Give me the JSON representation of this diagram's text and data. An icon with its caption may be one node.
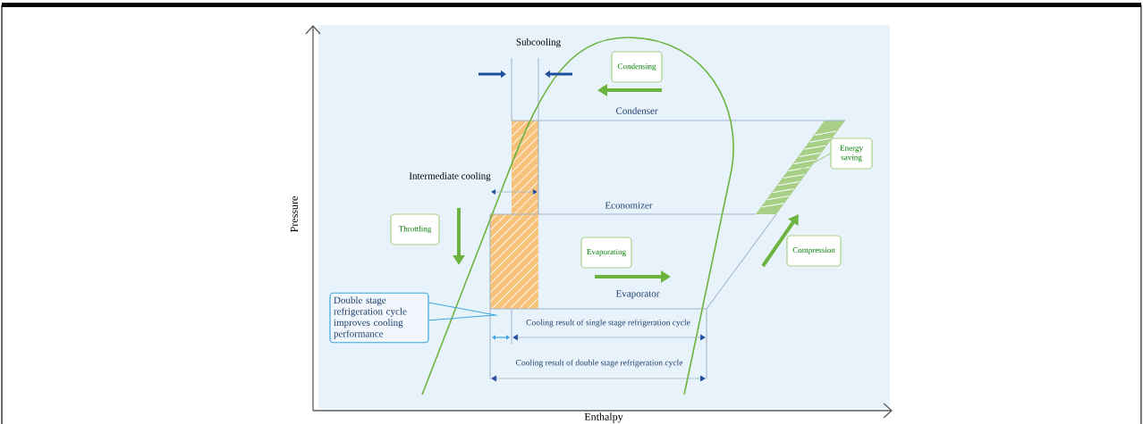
{
  "diagram": {
    "nodes": [
      {
        "text": [
          "Condensing"
        ]
      },
      {
        "text": [
          "Energy saving"
        ]
      },
      {
        "text": [
          "Throttling"
        ]
      },
      {
        "text": [
          "Evaporating"
        ]
      },
      {
        "text": [
          "Compression"
        ]
      },
      {
        "text": [
          "Double stage refrigeration cycle improves cooling performance"
        ]
      }
    ],
    "edges": [
      {
        "from": 1,
        "to": null,
        "arrow": "none",
        "color": "#a8cf88"
      },
      {
        "from": 5,
        "to": null,
        "arrow": "none",
        "color": "#3aa6dd"
      }
    ],
    "labels": [
      "Subcooling",
      "Condenser",
      "Pressure",
      "Intermediate cooling",
      "Economizer",
      "Evaporator",
      "Cooling result of single stage refrigeration cycle",
      "Cooling result of double stage refrigeration cycle",
      "Enthalpy"
    ]
  }
}
